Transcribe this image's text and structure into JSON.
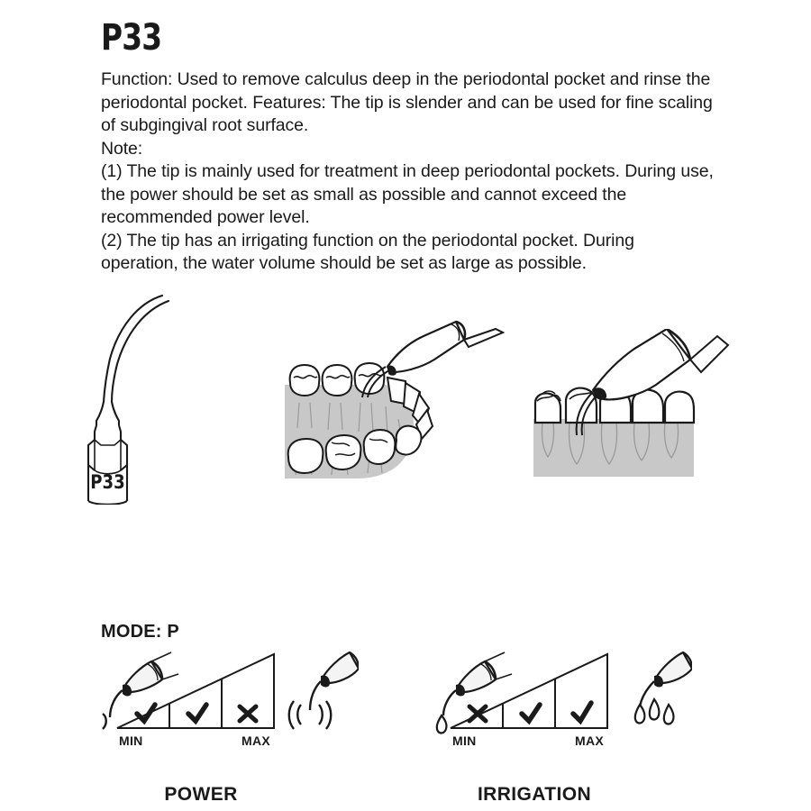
{
  "page_title": "P33",
  "description": {
    "paragraphs": [
      "Function: Used to remove calculus deep in the periodontal pocket and rinse the periodontal pocket. Features: The tip is slender and can be used for fine scaling of subgingival root surface.",
      "Note:",
      "(1) The tip is mainly used for treatment in deep periodontal pockets. During use, the power should be set as small as possible and cannot exceed the recommended power level.",
      "(2) The tip has an irrigating function on the periodontal pocket. During operation, the water volume should be set as large as possible."
    ]
  },
  "tip": {
    "label": "P33"
  },
  "settings": {
    "mode_label": "MODE: P",
    "min_label": "MIN",
    "max_label": "MAX",
    "power": {
      "caption": "POWER",
      "marks": [
        "check",
        "check",
        "cross"
      ]
    },
    "irrigation": {
      "caption": "IRRIGATION",
      "marks": [
        "cross",
        "check",
        "check"
      ]
    }
  },
  "colors": {
    "ink": "#1a1a1a",
    "gingiva": "#c8c8c8",
    "tooth_outline": "#1a1a1a",
    "root_outline": "#9a9a9a",
    "background": "#ffffff"
  }
}
